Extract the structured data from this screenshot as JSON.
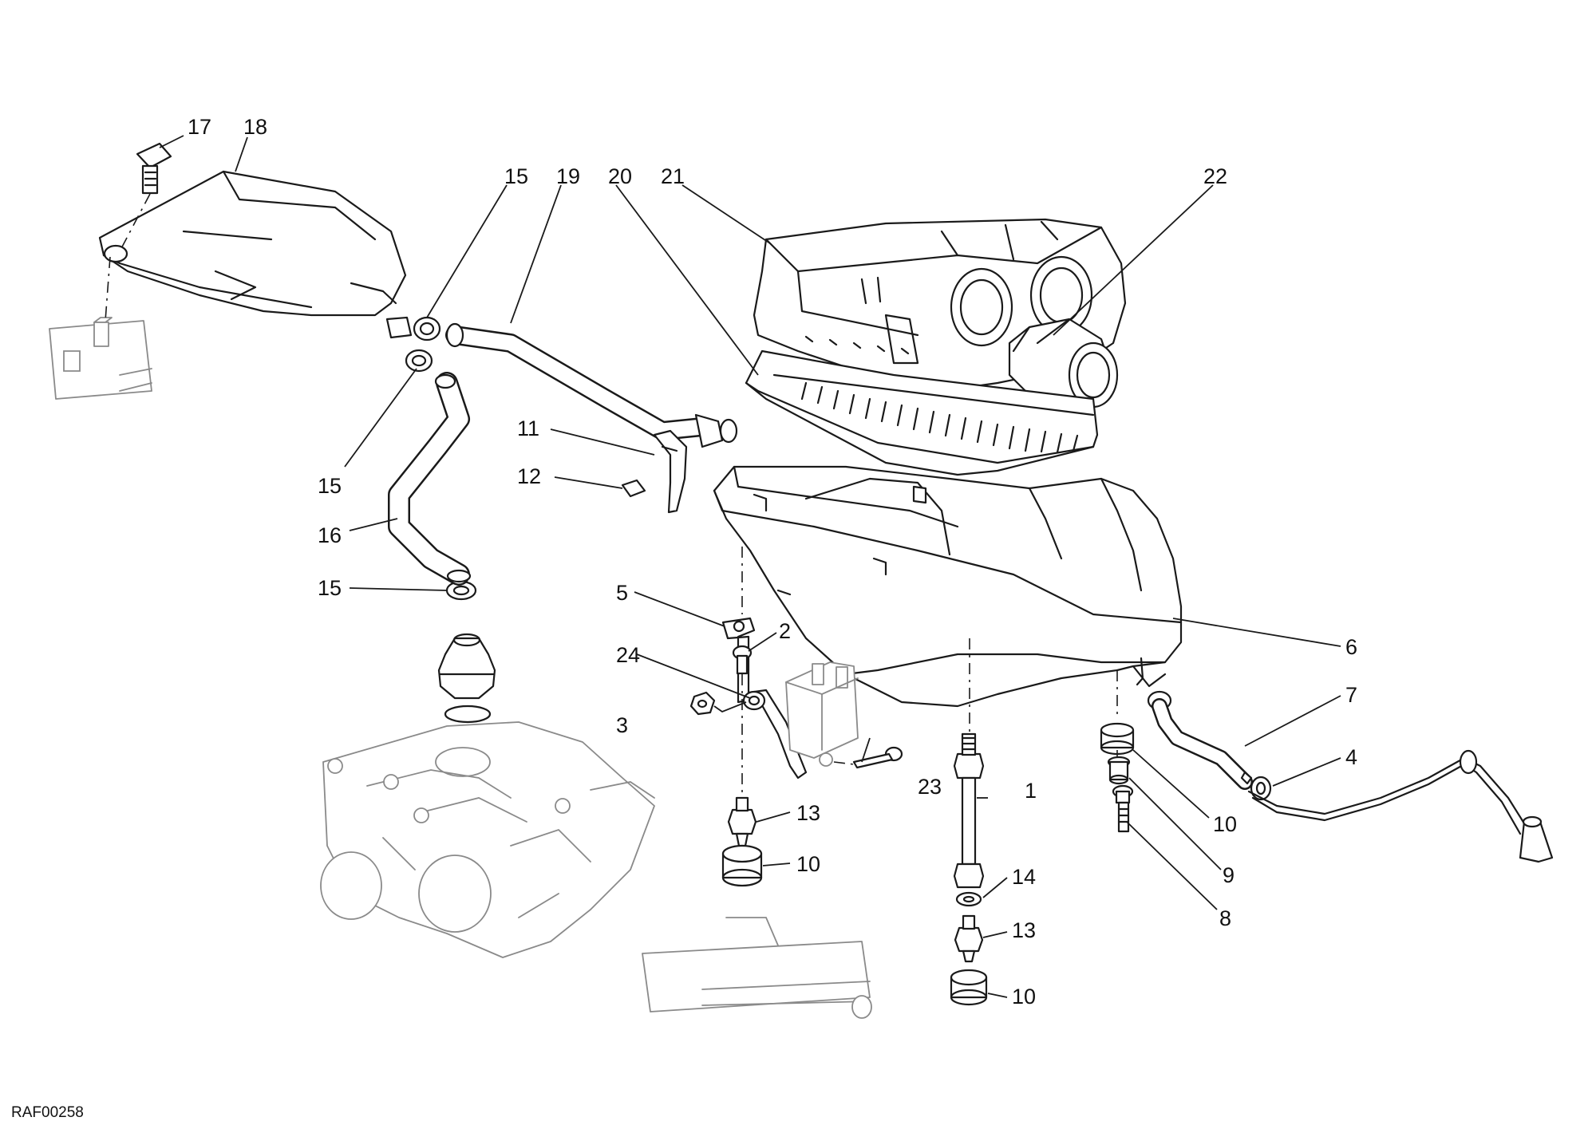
{
  "drawing_code": "RAF00258",
  "callouts": [
    {
      "id": "c1",
      "text": "1"
    },
    {
      "id": "c2",
      "text": "2"
    },
    {
      "id": "c3",
      "text": "3"
    },
    {
      "id": "c4",
      "text": "4"
    },
    {
      "id": "c5",
      "text": "5"
    },
    {
      "id": "c6",
      "text": "6"
    },
    {
      "id": "c7",
      "text": "7"
    },
    {
      "id": "c8",
      "text": "8"
    },
    {
      "id": "c9",
      "text": "9"
    },
    {
      "id": "c10a",
      "text": "10"
    },
    {
      "id": "c10b",
      "text": "10"
    },
    {
      "id": "c10c",
      "text": "10"
    },
    {
      "id": "c11",
      "text": "11"
    },
    {
      "id": "c12",
      "text": "12"
    },
    {
      "id": "c13a",
      "text": "13"
    },
    {
      "id": "c13b",
      "text": "13"
    },
    {
      "id": "c14",
      "text": "14"
    },
    {
      "id": "c15a",
      "text": "15"
    },
    {
      "id": "c15b",
      "text": "15"
    },
    {
      "id": "c15c",
      "text": "15"
    },
    {
      "id": "c16",
      "text": "16"
    },
    {
      "id": "c17",
      "text": "17"
    },
    {
      "id": "c18",
      "text": "18"
    },
    {
      "id": "c19",
      "text": "19"
    },
    {
      "id": "c20",
      "text": "20"
    },
    {
      "id": "c21",
      "text": "21"
    },
    {
      "id": "c22",
      "text": "22"
    },
    {
      "id": "c23",
      "text": "23"
    },
    {
      "id": "c24",
      "text": "24"
    }
  ]
}
